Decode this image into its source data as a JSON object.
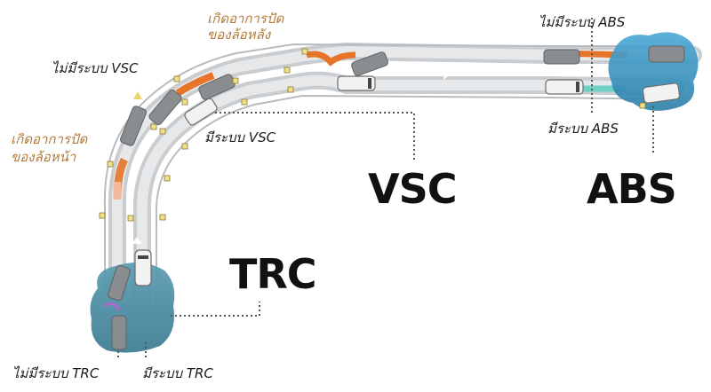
{
  "labels": {
    "rear_wheel_skid": [
      "เกิดอาการปัด",
      "ของล้อหลัง"
    ],
    "front_wheel_skid": [
      "เกิดอาการปัด",
      "ของล้อหน้า"
    ],
    "without_vsc": "ไม่มีระบบ VSC",
    "with_vsc": "มีระบบ VSC",
    "without_abs": "ไม่มีระบบ ABS",
    "with_abs": "มีระบบ ABS",
    "without_trc": "ไม่มีระบบ TRC",
    "with_trc": "มีระบบ TRC"
  },
  "systems": {
    "vsc": "VSC",
    "abs": "ABS",
    "trc": "TRC"
  },
  "colors": {
    "road": "#d9dcde",
    "lane_line": "#ffffff",
    "skid_path": "#e8742a",
    "controlled_path": "#6fd0c4",
    "water": "#3a9fd6",
    "car_gray": "#8a8d90",
    "car_white": "#f2f2f2",
    "leader_line": "#555555",
    "label_orange": "#b07a3a"
  }
}
